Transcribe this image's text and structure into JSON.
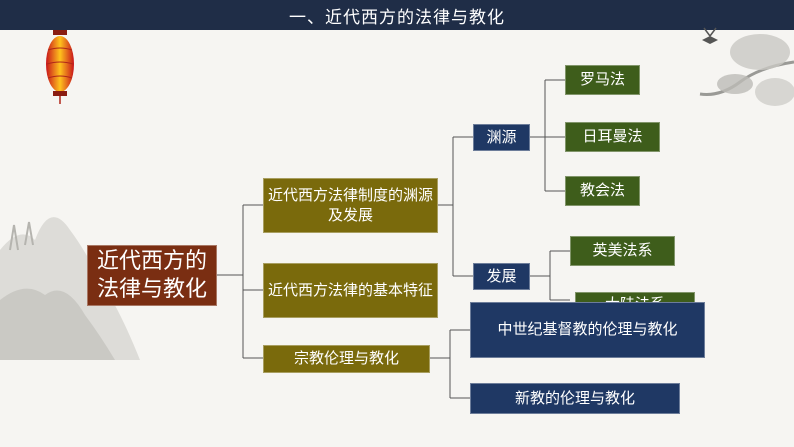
{
  "header": {
    "title": "一、近代西方的法律与教化"
  },
  "root": "近代西方的法律与教化",
  "branches": [
    {
      "label": "近代西方法律制度的渊源及发展"
    },
    {
      "label": "近代西方法律的基本特征"
    },
    {
      "label": "宗教伦理与教化"
    }
  ],
  "origin": {
    "label": "渊源",
    "items": [
      "罗马法",
      "日耳曼法",
      "教会法"
    ]
  },
  "development": {
    "label": "发展",
    "items": [
      "英美法系",
      "大陆法系"
    ]
  },
  "religion_items": [
    "中世纪基督教的伦理与教化",
    "新教的伦理与教化"
  ],
  "colors": {
    "title_bar": "#1f2d47",
    "root": "#7a2e12",
    "branch": "#7a6a0c",
    "navy": "#1f3864",
    "leaf": "#3e5d1b"
  },
  "icons": [
    "lantern-icon",
    "ink-landscape-decoration",
    "ink-branch-bird-decoration"
  ]
}
